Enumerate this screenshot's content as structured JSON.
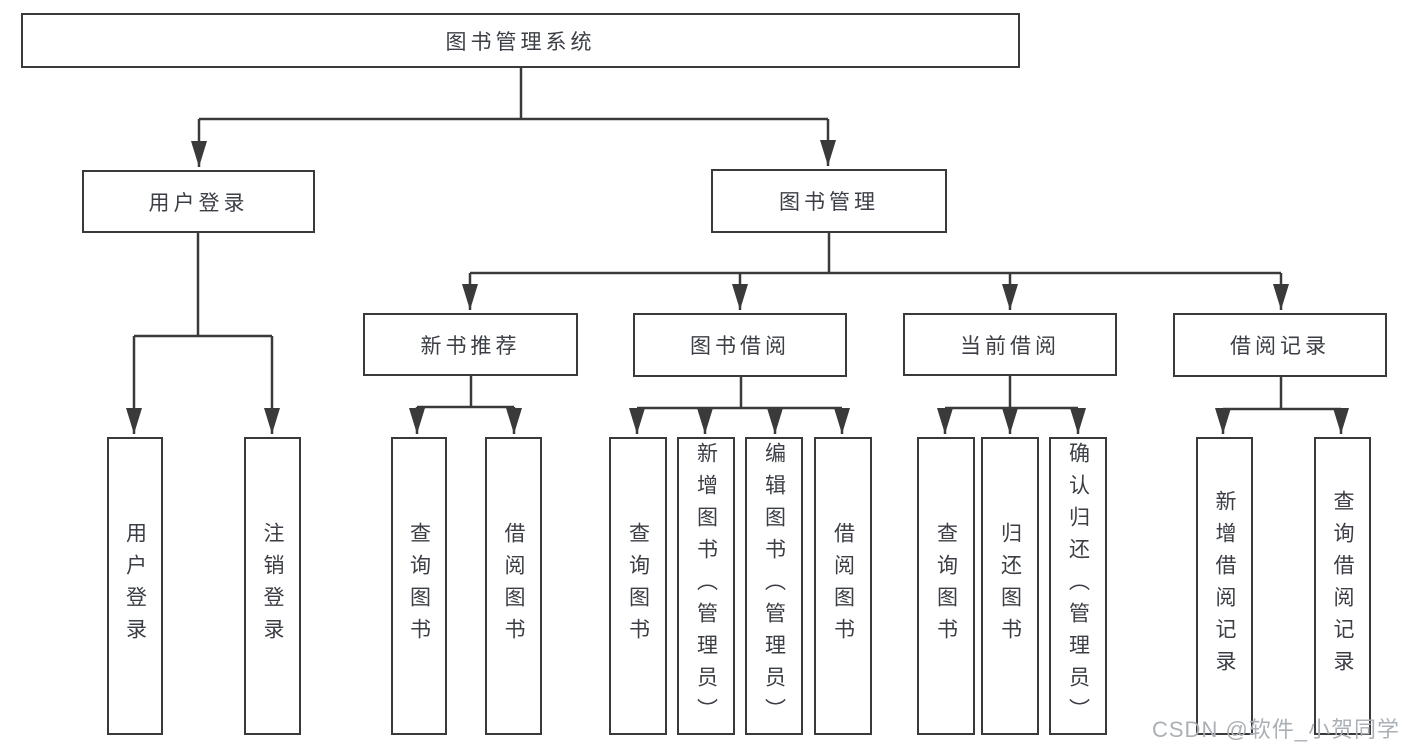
{
  "root": {
    "label": "图书管理系统"
  },
  "branches": [
    {
      "label": "用户登录",
      "children": [
        {
          "label": "用户登录"
        },
        {
          "label": "注销登录"
        }
      ]
    },
    {
      "label": "图书管理",
      "children": [
        {
          "label": "新书推荐",
          "children": [
            {
              "label": "查询图书"
            },
            {
              "label": "借阅图书"
            }
          ]
        },
        {
          "label": "图书借阅",
          "children": [
            {
              "label": "查询图书"
            },
            {
              "label": "新增图书（管理员）"
            },
            {
              "label": "编辑图书（管理员）"
            },
            {
              "label": "借阅图书"
            }
          ]
        },
        {
          "label": "当前借阅",
          "children": [
            {
              "label": "查询图书"
            },
            {
              "label": "归还图书"
            },
            {
              "label": "确认归还（管理员）"
            }
          ]
        },
        {
          "label": "借阅记录",
          "children": [
            {
              "label": "新增借阅记录"
            },
            {
              "label": "查询借阅记录"
            }
          ]
        }
      ]
    }
  ],
  "watermark": "CSDN @软件_小贺同学",
  "colors": {
    "line": "#3a3a3a",
    "box_border": "#3a3a3a",
    "text": "#3b3e44",
    "watermark": "#aab0b6",
    "background": "#ffffff"
  }
}
